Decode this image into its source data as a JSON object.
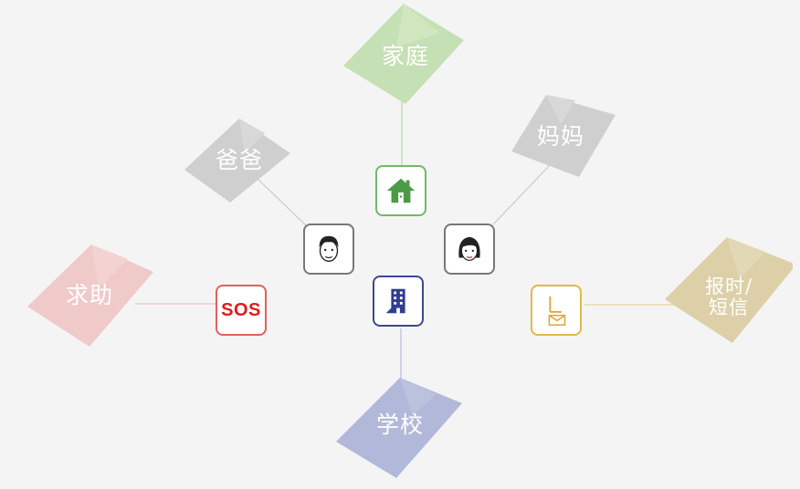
{
  "nodes": {
    "home": {
      "label": "家庭",
      "color": "#c5e0b4"
    },
    "mom": {
      "label": "妈妈",
      "color": "#cfcfcf"
    },
    "dad": {
      "label": "爸爸",
      "color": "#cfcfcf"
    },
    "help": {
      "label": "求助",
      "color": "#f0c9c9"
    },
    "report": {
      "line1": "报时/",
      "line2": "短信",
      "color": "#ddd0a8"
    },
    "school": {
      "label": "学校",
      "color": "#b2b8d9"
    }
  },
  "tiles": {
    "home": {
      "icon": "house-icon",
      "color": "#70b86b"
    },
    "dad": {
      "icon": "male-face-icon",
      "color": "#6e6e6e"
    },
    "mom": {
      "icon": "female-face-icon",
      "color": "#6e6e6e"
    },
    "sos": {
      "text": "SOS",
      "color": "#e06060"
    },
    "school": {
      "icon": "building-icon",
      "color": "#3a4a90"
    },
    "report": {
      "icon": "clock-mail-icon",
      "color": "#e0b84a"
    }
  }
}
